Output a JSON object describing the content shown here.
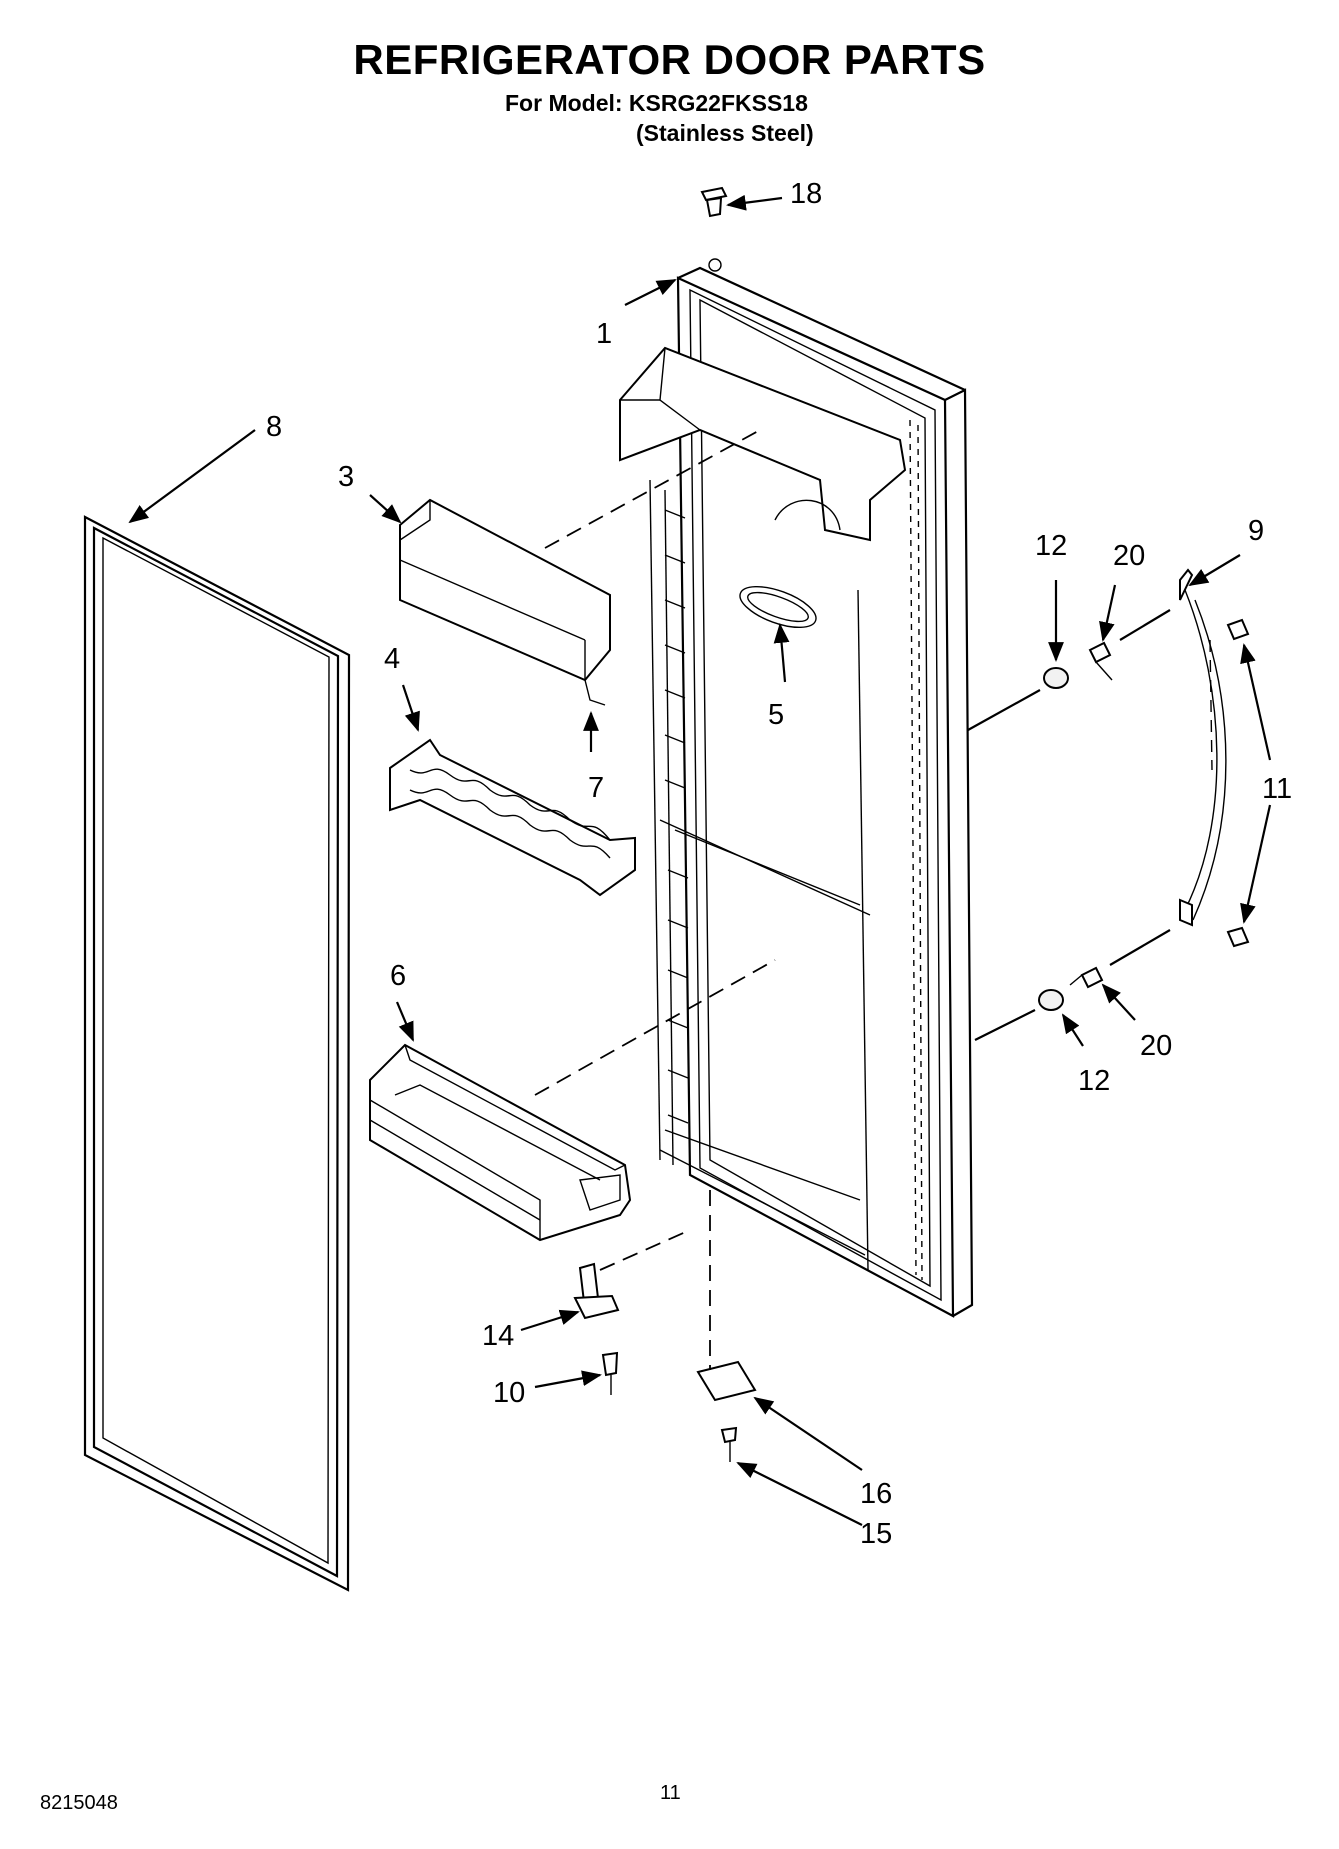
{
  "header": {
    "title": "REFRIGERATOR DOOR PARTS",
    "model_line": "For Model: KSRG22FKSS18",
    "finish_line": "(Stainless Steel)"
  },
  "callouts": {
    "c1": "1",
    "c3": "3",
    "c4": "4",
    "c5": "5",
    "c6": "6",
    "c7": "7",
    "c8": "8",
    "c9": "9",
    "c10": "10",
    "c11": "11",
    "c12a": "12",
    "c12b": "12",
    "c14": "14",
    "c15": "15",
    "c16": "16",
    "c18": "18",
    "c20a": "20",
    "c20b": "20"
  },
  "footer": {
    "doc_number": "8215048",
    "page_number": "11"
  }
}
